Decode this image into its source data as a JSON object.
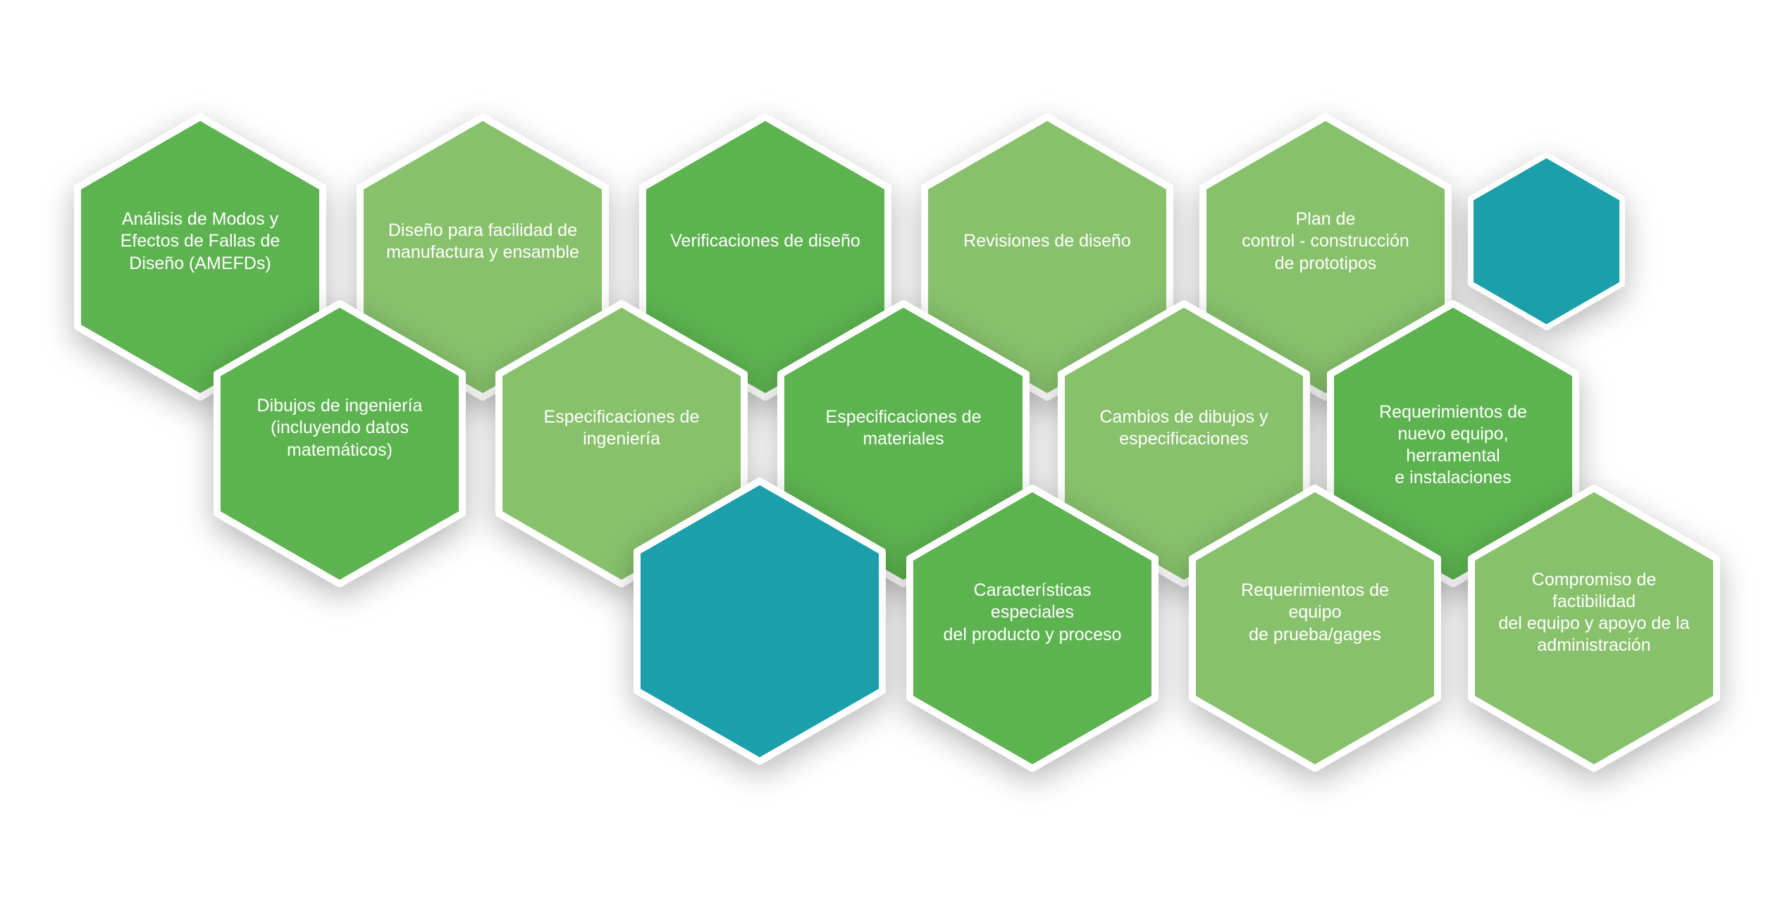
{
  "colors": {
    "green_dark": "#5db350",
    "green_light": "#88c16c",
    "teal": "#1b9fab",
    "border": "#ffffff"
  },
  "hexagons": [
    {
      "id": "amefd",
      "label": "Análisis de Modos y\nEfectos de Fallas de\nDiseño (AMEFDs)",
      "color": "green_dark"
    },
    {
      "id": "dfma",
      "label": "Diseño para facilidad de\nmanufactura y ensamble",
      "color": "green_light"
    },
    {
      "id": "verif",
      "label": "Verificaciones de diseño",
      "color": "green_dark"
    },
    {
      "id": "rev",
      "label": "Revisiones de diseño",
      "color": "green_light"
    },
    {
      "id": "plan",
      "label": "Plan de\ncontrol - construcción\nde prototipos",
      "color": "green_light"
    },
    {
      "id": "teal_small",
      "label": "",
      "color": "teal"
    },
    {
      "id": "dibujos",
      "label": "Dibujos de ingeniería\n(incluyendo datos\nmatemáticos)",
      "color": "green_dark"
    },
    {
      "id": "espec_ing",
      "label": "Especificaciones de\ningeniería",
      "color": "green_light"
    },
    {
      "id": "espec_mat",
      "label": "Especificaciones de\nmateriales",
      "color": "green_dark"
    },
    {
      "id": "cambios",
      "label": "Cambios de dibujos y\nespecificaciones",
      "color": "green_light"
    },
    {
      "id": "req_equipo",
      "label": "Requerimientos de\nnuevo equipo,\nherramental\ne instalaciones",
      "color": "green_dark"
    },
    {
      "id": "teal_large",
      "label": "",
      "color": "teal"
    },
    {
      "id": "caract",
      "label": "Características especiales\ndel producto y proceso",
      "color": "green_dark"
    },
    {
      "id": "req_prueba",
      "label": "Requerimientos de equipo\nde prueba/gages",
      "color": "green_light"
    },
    {
      "id": "compromiso",
      "label": "Compromiso de factibilidad\ndel equipo y apoyo de la\nadministración",
      "color": "green_light"
    }
  ]
}
